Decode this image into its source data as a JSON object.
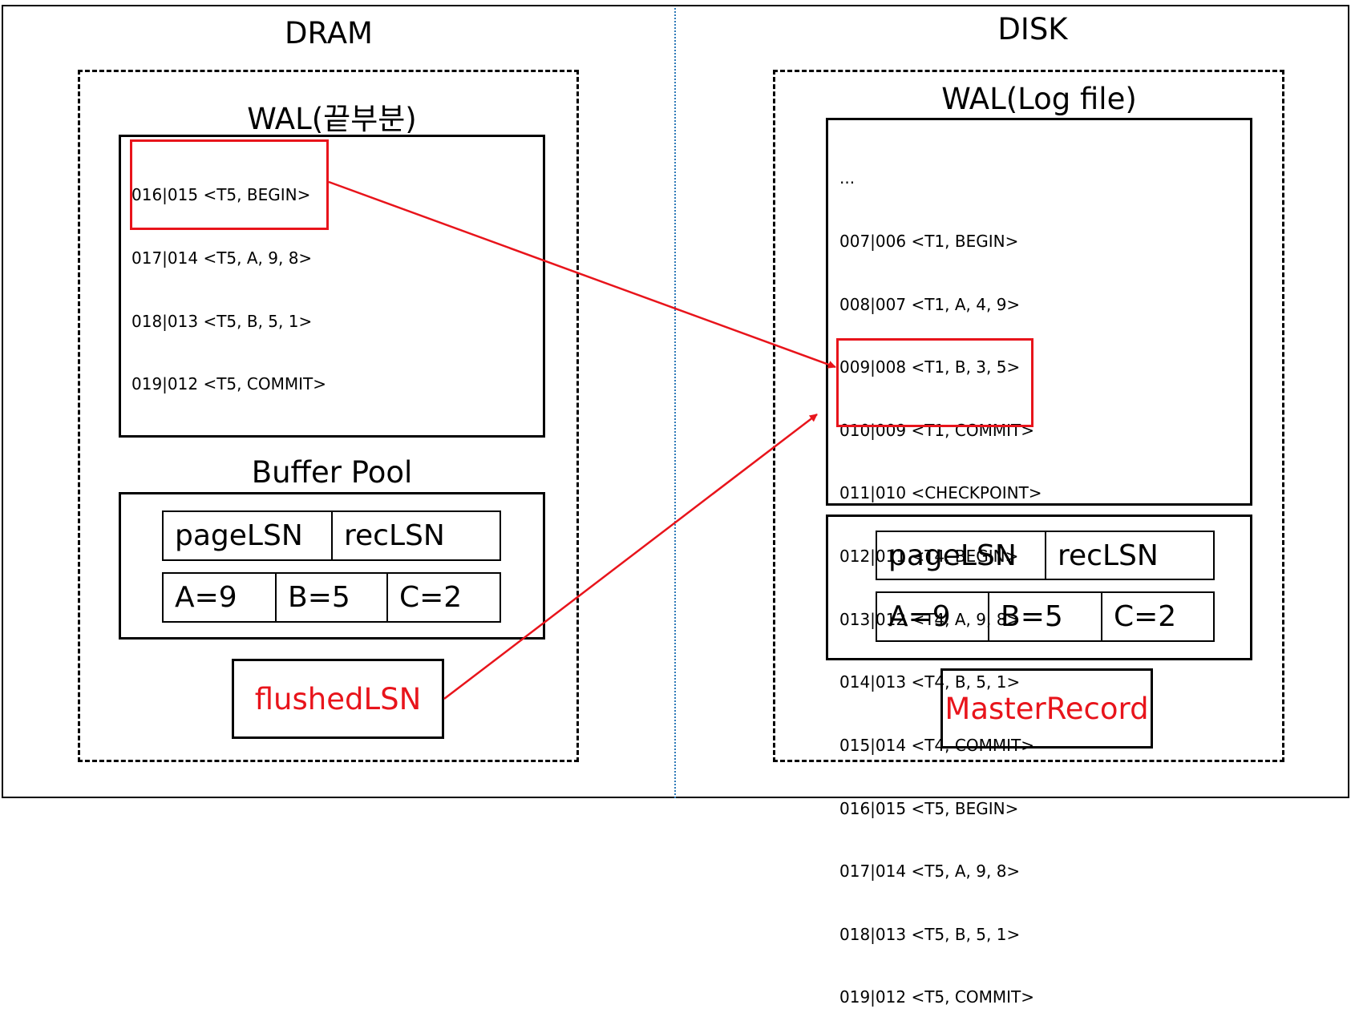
{
  "dram": {
    "heading": "DRAM",
    "wal_title": "WAL(끝부분)",
    "wal_entries": [
      "016|015 <T5, BEGIN>",
      "017|014 <T5, A, 9, 8>",
      "018|013 <T5, B, 5, 1>",
      "019|012 <T5, COMMIT>"
    ],
    "buffer_pool_title": "Buffer Pool",
    "page_header": [
      "pageLSN",
      "recLSN"
    ],
    "page_values": [
      "A=9",
      "B=5",
      "C=2"
    ],
    "flushed_lsn": "flushedLSN"
  },
  "disk": {
    "heading": "DISK",
    "wal_title": "WAL(Log file)",
    "wal_entries": [
      "...",
      "007|006 <T1, BEGIN>",
      "008|007 <T1, A, 4, 9>",
      "009|008 <T1, B, 3, 5>",
      "010|009 <T1, COMMIT>",
      "011|010 <CHECKPOINT>",
      "012|011 <T4, BEGIN>",
      "013|012 <T4, A, 9, 8>",
      "014|013 <T4, B, 5, 1>",
      "015|014 <T4, COMMIT>",
      "016|015 <T5, BEGIN>",
      "017|014 <T5, A, 9, 8>",
      "018|013 <T5, B, 5, 1>",
      "019|012 <T5, COMMIT>"
    ],
    "page_header": [
      "pageLSN",
      "recLSN"
    ],
    "page_values": [
      "A=9",
      "B=5",
      "C=2"
    ],
    "master_record": "MasterRecord"
  },
  "colors": {
    "highlight": "#e8141b",
    "divider": "#2e7ab8"
  }
}
